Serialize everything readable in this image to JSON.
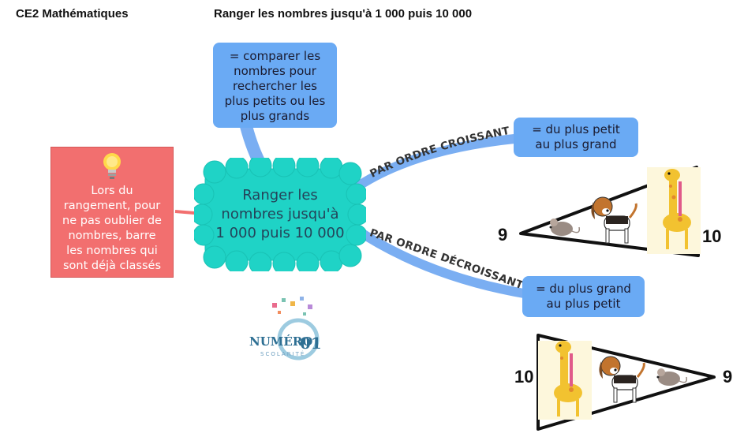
{
  "header": {
    "subject": "CE2 Mathématiques",
    "title": "Ranger les nombres jusqu'à 1 000 puis 10 000"
  },
  "center_node": {
    "lines": [
      "Ranger les",
      "nombres jusqu'à",
      "1 000 puis 10 000"
    ]
  },
  "top_note": {
    "lines": [
      "= comparer les",
      "nombres pour",
      "rechercher les",
      "plus petits ou les",
      "plus grands"
    ]
  },
  "left_note": {
    "icon": "lightbulb-icon",
    "lines": [
      "Lors du",
      "rangement, pour",
      "ne pas oublier de",
      "nombres, barre",
      "les nombres qui",
      "sont déjà classés"
    ]
  },
  "branches": {
    "ascending": {
      "label": "PAR ORDRE CROISSANT",
      "note_lines": [
        "= du plus petit",
        "au plus grand"
      ],
      "small_number": "9",
      "large_number": "10",
      "animals": [
        "mouse",
        "dog",
        "giraffe"
      ]
    },
    "descending": {
      "label": "PAR ORDRE DÉCROISSANT",
      "note_lines": [
        "= du plus grand",
        "au plus petit"
      ],
      "large_number": "10",
      "small_number": "9",
      "animals": [
        "giraffe",
        "dog",
        "mouse"
      ]
    }
  },
  "logo": {
    "word": "NUMÉRO",
    "digits": "01",
    "subtitle": "SCOLARITÉ"
  },
  "colors": {
    "connector": "#7aaef2",
    "note_bg": "#6aaaf4",
    "center_bg": "#1fd3c6",
    "red_note_bg": "#f26f6f"
  }
}
